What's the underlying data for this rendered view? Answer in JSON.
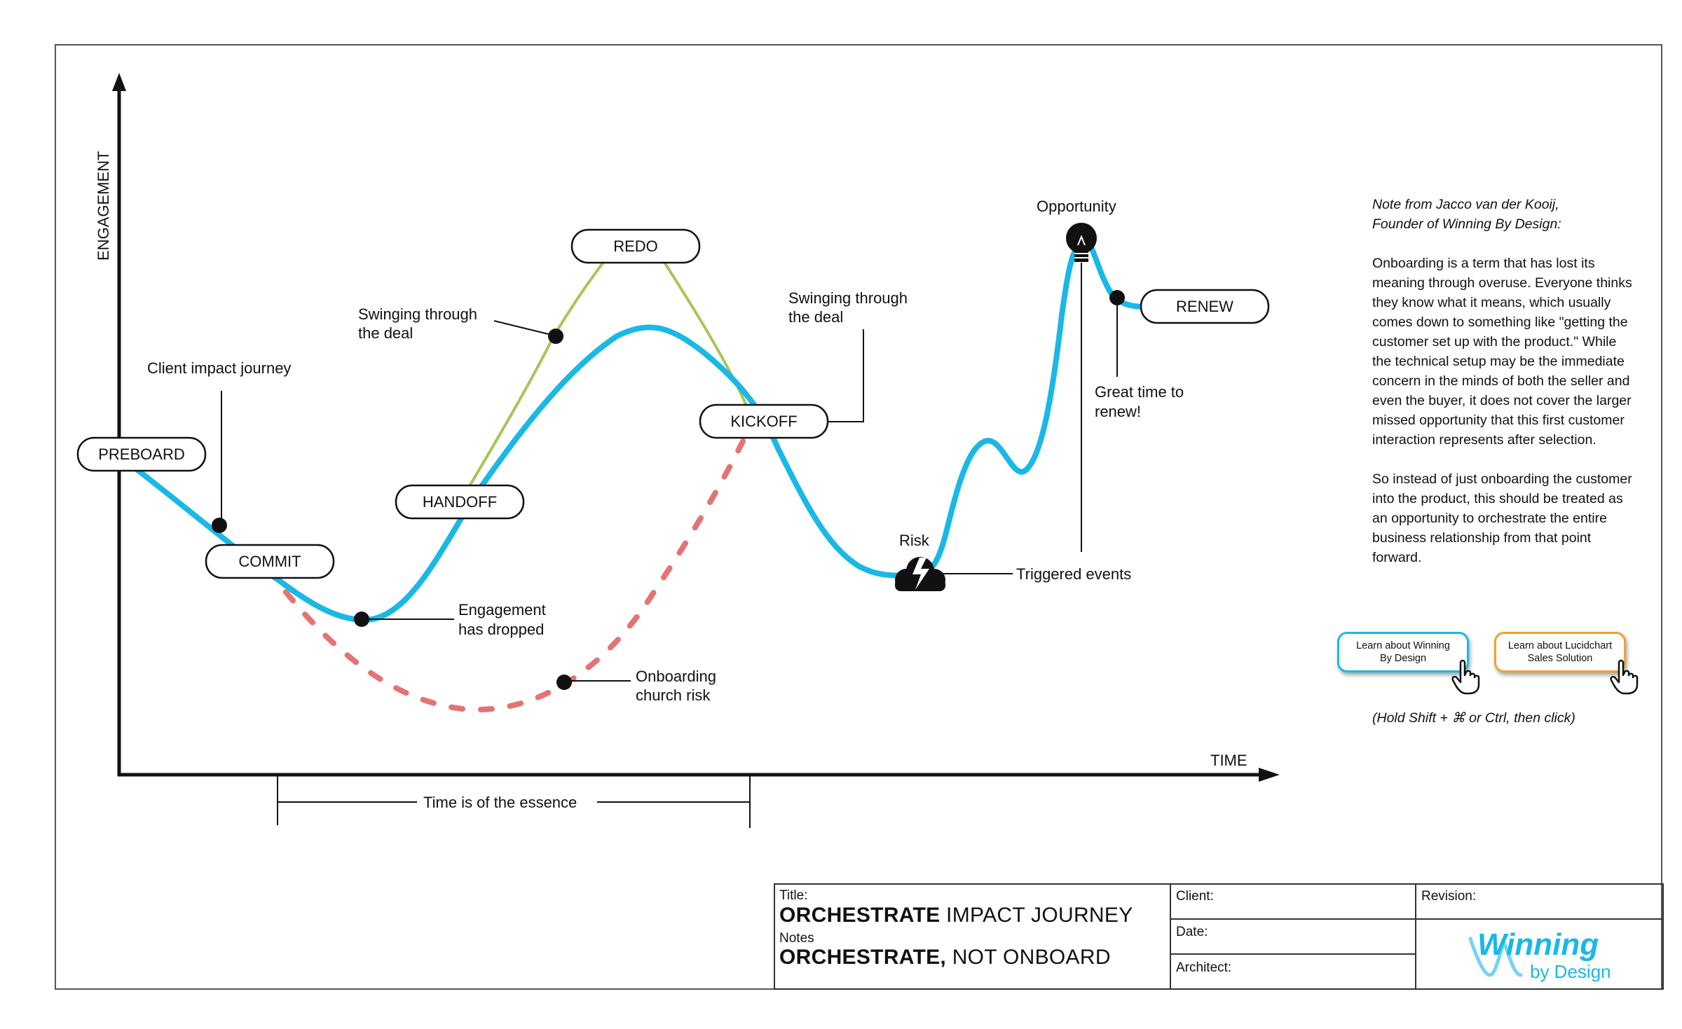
{
  "diagram": {
    "axes": {
      "y_label": "ENGAGEMENT",
      "x_label": "TIME"
    },
    "stages": [
      {
        "id": "preboard",
        "label": "PREBOARD"
      },
      {
        "id": "commit",
        "label": "COMMIT"
      },
      {
        "id": "handoff",
        "label": "HANDOFF"
      },
      {
        "id": "redo",
        "label": "REDO"
      },
      {
        "id": "kickoff",
        "label": "KICKOFF"
      },
      {
        "id": "renew",
        "label": "RENEW"
      }
    ],
    "annotations": {
      "client_impact": "Client impact journey",
      "swing_left_1": "Swinging through",
      "swing_left_2": "the deal",
      "swing_right_1": "Swinging through",
      "swing_right_2": "the deal",
      "dropped_1": "Engagement",
      "dropped_2": "has dropped",
      "churn_1": "Onboarding",
      "churn_2": "church risk",
      "risk": "Risk",
      "triggered": "Triggered events",
      "opportunity": "Opportunity",
      "renew_time_1": "Great time to",
      "renew_time_2": "renew!",
      "essence": "Time is of the essence"
    },
    "colors": {
      "main_curve": "#19b8e6",
      "redo_curve": "#a8c45a",
      "churn_curve": "#e57373",
      "ink": "#111111"
    },
    "icons": [
      "lightbulb-icon",
      "storm-cloud-icon",
      "pointer-hand-icon"
    ]
  },
  "note": {
    "heading_1": "Note from Jacco van der Kooij,",
    "heading_2": "Founder of Winning By Design:",
    "paragraph_1": "Onboarding is a term that has lost its meaning through overuse. Everyone thinks they know what it means, which usually comes down to something like \"getting the customer set up with the product.\" While the technical setup may be the immediate concern in the minds of both the seller and even the buyer, it does not cover the larger missed opportunity that this first customer interaction represents after selection.",
    "paragraph_2": "So instead of just onboarding the customer into the product, this should be treated as an opportunity to orchestrate the entire business relationship from that point forward."
  },
  "links": {
    "wbd_label": "Learn about Winning By Design",
    "lucid_label": "Learn about Lucidchart Sales Solution",
    "hint": "(Hold Shift + ⌘ or Ctrl, then click)"
  },
  "title_block": {
    "title_label": "Title:",
    "title_bold": "ORCHESTRATE",
    "title_rest": " IMPACT JOURNEY",
    "notes_label": "Notes",
    "notes_bold": "ORCHESTRATE,",
    "notes_rest": " NOT ONBOARD",
    "client_label": "Client:",
    "date_label": "Date:",
    "architect_label": "Architect:",
    "revision_label": "Revision:",
    "logo_main": "Winning",
    "logo_sub": "by Design"
  }
}
